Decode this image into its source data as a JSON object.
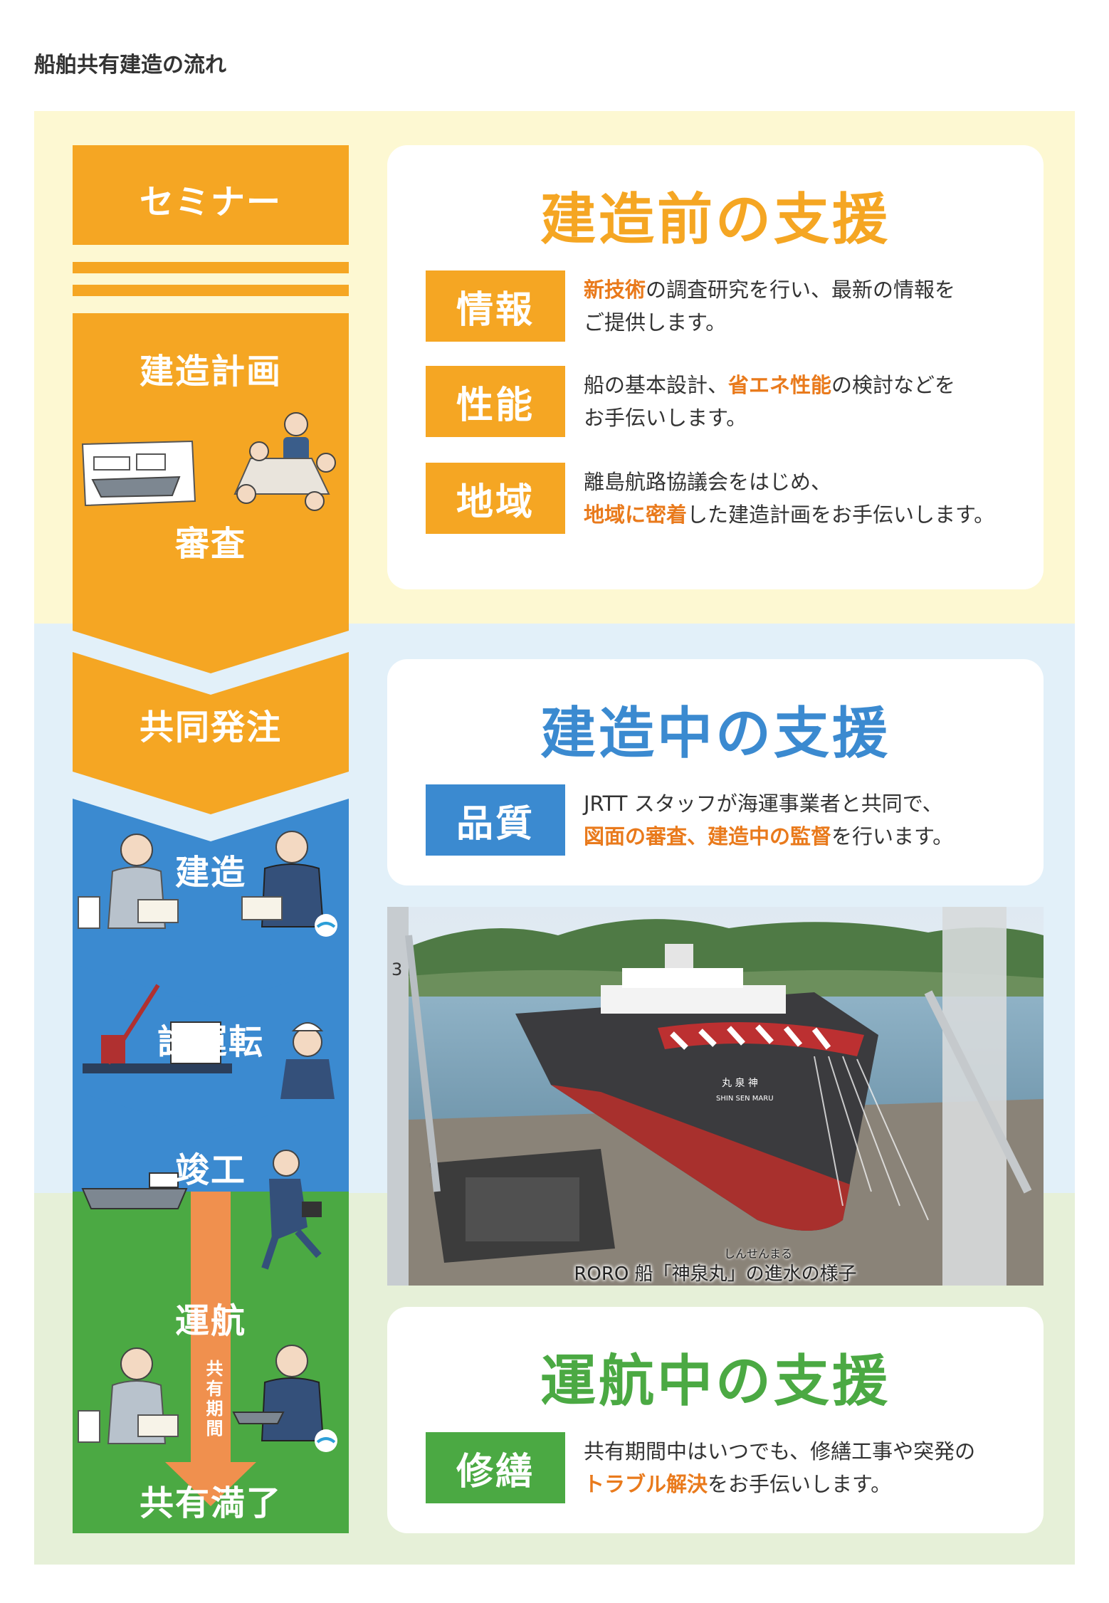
{
  "page_title": "船舶共有建造の流れ",
  "flow": {
    "seminar": "セミナー",
    "plan": "建造計画",
    "review": "審査",
    "order": "共同発注",
    "build": "建造",
    "trial": "試運転",
    "complete": "竣工",
    "operate": "運航",
    "period": "共有期間",
    "end": "共有満了"
  },
  "sections": {
    "pre": {
      "title": "建造前の支援",
      "color": "#f5a623",
      "items": [
        {
          "tag": "情報",
          "hl": "新技術",
          "line1": "の調査研究を行い、最新の情報を",
          "line2": "ご提供します。"
        },
        {
          "tag": "性能",
          "pre": "船の基本設計、",
          "hl": "省エネ性能",
          "line1": "の検討などを",
          "line2": "お手伝いします。"
        },
        {
          "tag": "地域",
          "line1": "離島航路協議会をはじめ、",
          "hl": "地域に密着",
          "line2": "した建造計画をお手伝いします。"
        }
      ]
    },
    "during": {
      "title": "建造中の支援",
      "color": "#3b8ad0",
      "items": [
        {
          "tag": "品質",
          "line1": "JRTT スタッフが海運事業者と共同で、",
          "hl": "図面の審査、建造中の監督",
          "line2": "を行います。"
        }
      ]
    },
    "operation": {
      "title": "運航中の支援",
      "color": "#4ba943",
      "items": [
        {
          "tag": "修繕",
          "line1": "共有期間中はいつでも、修繕工事や突発の",
          "hl": "トラブル解決",
          "line2": "をお手伝いします。"
        }
      ]
    }
  },
  "photo": {
    "caption": "RORO 船「神泉丸」の進水の様子",
    "ruby": "しんせんまる",
    "hull_text": "丸 泉 神",
    "hull_sub": "SHIN SEN MARU",
    "crane_number": "3"
  },
  "colors": {
    "yellow": "#f5a623",
    "blue": "#3b8ad0",
    "green": "#4ba943",
    "orange_arrow": "#f0904e",
    "highlight": "#e97a1c"
  }
}
